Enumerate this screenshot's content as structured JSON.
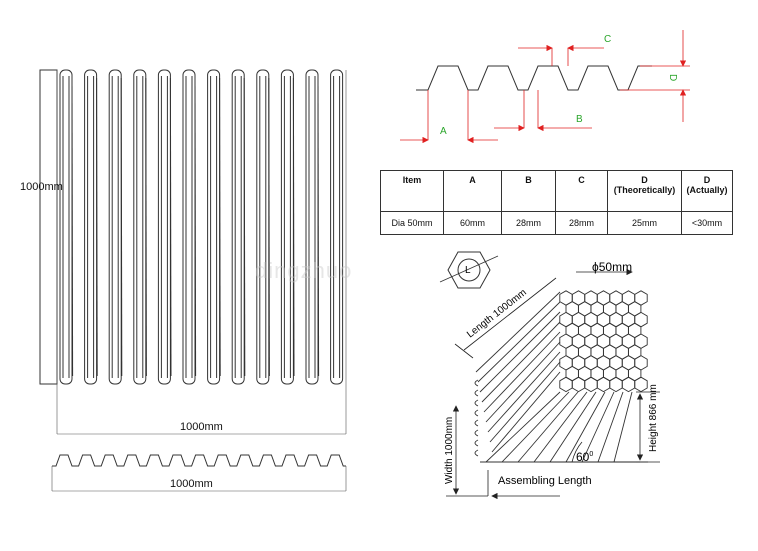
{
  "colors": {
    "line": "#333333",
    "arrow_red": "#e02020",
    "dim_green": "#2aa52a"
  },
  "front_view": {
    "height_label": "1000mm",
    "width_label": "1000mm"
  },
  "side_view": {
    "width_label": "1000mm"
  },
  "profile": {
    "a": "A",
    "b": "B",
    "c": "C",
    "d": "D"
  },
  "table": {
    "headers": [
      {
        "line1": "Item",
        "line2": ""
      },
      {
        "line1": "A",
        "line2": ""
      },
      {
        "line1": "B",
        "line2": ""
      },
      {
        "line1": "C",
        "line2": ""
      },
      {
        "line1": "D",
        "line2": "(Theoretically)"
      },
      {
        "line1": "D",
        "line2": "(Actually)"
      }
    ],
    "row": [
      "Dia 50mm",
      "60mm",
      "28mm",
      "28mm",
      "25mm",
      "<30mm"
    ]
  },
  "watermark": "dingzhuo",
  "assembly": {
    "hex_label": "L",
    "diameter": "ϕ50mm",
    "length": "Length 1000mm",
    "height": "Height 866 mm",
    "width": "Width 1000mm",
    "angle": "60",
    "angle_unit": "0",
    "assembling": "Assembling Length"
  }
}
